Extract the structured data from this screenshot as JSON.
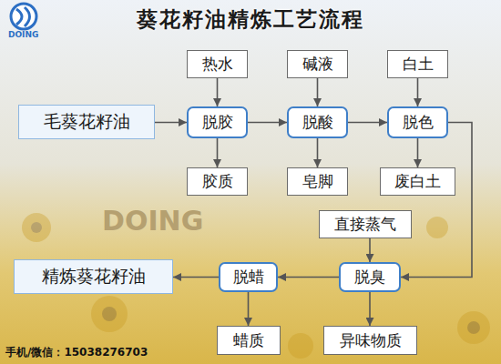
{
  "diagram": {
    "title": "葵花籽油精炼工艺流程",
    "nodes": [
      {
        "text": [
          "热水"
        ]
      },
      {
        "text": [
          "碱液"
        ]
      },
      {
        "text": [
          "白土"
        ]
      },
      {
        "text": [
          "毛葵花籽油"
        ]
      },
      {
        "text": [
          "脱胶"
        ]
      },
      {
        "text": [
          "脱酸"
        ]
      },
      {
        "text": [
          "脱色"
        ]
      },
      {
        "text": [
          "胶质"
        ]
      },
      {
        "text": [
          "皂脚"
        ]
      },
      {
        "text": [
          "废白土"
        ]
      },
      {
        "text": [
          "直接蒸气"
        ]
      },
      {
        "text": [
          "精炼葵花籽油"
        ]
      },
      {
        "text": [
          "脱蜡"
        ]
      },
      {
        "text": [
          "脱臭"
        ]
      },
      {
        "text": [
          "蜡质"
        ]
      },
      {
        "text": [
          "异味物质"
        ]
      }
    ],
    "edges": [
      {
        "from": 0,
        "to": 4,
        "arrow": "to"
      },
      {
        "from": 1,
        "to": 5,
        "arrow": "to"
      },
      {
        "from": 2,
        "to": 6,
        "arrow": "to"
      },
      {
        "from": 3,
        "to": 4,
        "arrow": "to"
      },
      {
        "from": 4,
        "to": 5,
        "arrow": "to"
      },
      {
        "from": 5,
        "to": 6,
        "arrow": "to"
      },
      {
        "from": 4,
        "to": 7,
        "arrow": "to"
      },
      {
        "from": 5,
        "to": 8,
        "arrow": "to"
      },
      {
        "from": 6,
        "to": 9,
        "arrow": "to"
      },
      {
        "from": 6,
        "to": 13,
        "arrow": "to"
      },
      {
        "from": 10,
        "to": 13,
        "arrow": "to"
      },
      {
        "from": 13,
        "to": 12,
        "arrow": "to"
      },
      {
        "from": 12,
        "to": 11,
        "arrow": "to"
      },
      {
        "from": 12,
        "to": 14,
        "arrow": "to"
      },
      {
        "from": 13,
        "to": 15,
        "arrow": "to"
      }
    ],
    "labels": [
      "DOING",
      "DOING",
      "手机/微信：15038276703"
    ]
  }
}
